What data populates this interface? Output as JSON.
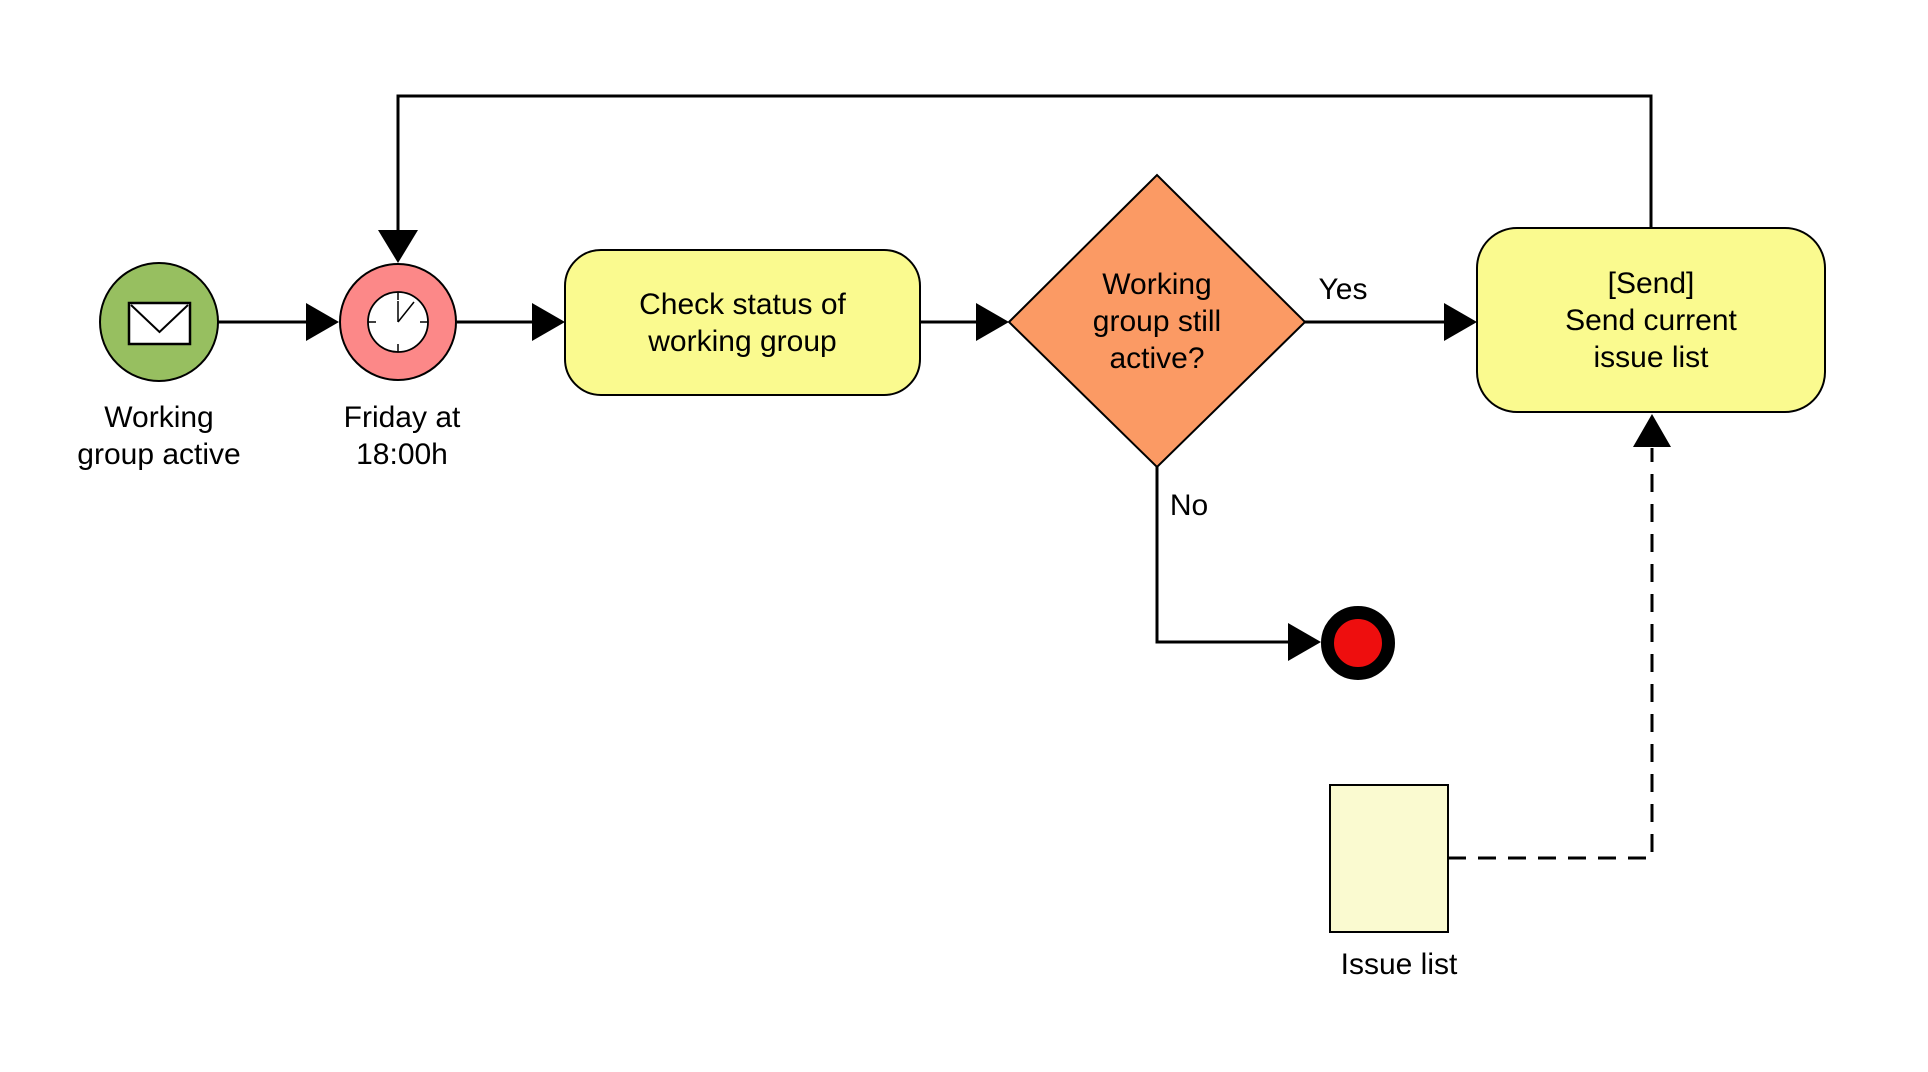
{
  "colors": {
    "background": "#FFFFFF",
    "stroke": "#000000",
    "start_event_fill": "#97BF60",
    "timer_event_fill": "#FC8888",
    "task_fill": "#FAFA8F",
    "gateway_fill": "#FB9A64",
    "end_event_fill": "#EE0E0E",
    "data_object_fill": "#FAFAD0"
  },
  "nodes": {
    "start_event": {
      "kind": "message-start-event",
      "label": "Working\ngroup active"
    },
    "timer_event": {
      "kind": "timer-intermediate-event",
      "label": "Friday at\n18:00h"
    },
    "check_task": {
      "kind": "task",
      "label": "Check status of\nworking group"
    },
    "gateway": {
      "kind": "exclusive-gateway",
      "label": "Working\ngroup still\nactive?"
    },
    "send_task": {
      "kind": "send-task",
      "label": "[Send]\nSend current\nissue list"
    },
    "end_event": {
      "kind": "end-event"
    },
    "data_object": {
      "kind": "data-object",
      "label": "Issue list"
    }
  },
  "edge_labels": {
    "yes": "Yes",
    "no": "No"
  }
}
